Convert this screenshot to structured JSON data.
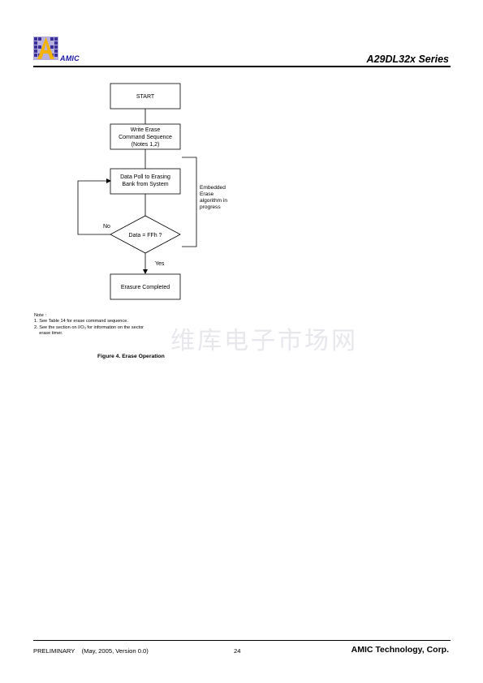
{
  "header": {
    "logo_text": "AMIC",
    "series_title": "A29DL32x Series"
  },
  "flowchart": {
    "start": "START",
    "write_erase": [
      "Write Erase",
      "Command Sequence",
      "(Notes 1,2)"
    ],
    "data_poll": [
      "Data Poll to Erasing",
      "Bank from System"
    ],
    "decision": "Data = FFh ?",
    "no_label": "No",
    "yes_label": "Yes",
    "completed": "Erasure Completed",
    "embedded_note": [
      "Embedded",
      "Erase",
      "algorithm in",
      "progress"
    ]
  },
  "notes": {
    "heading": "Note :",
    "items": [
      "1. See Table 14 for erase command sequence.",
      "2. See the section on I/O₃ for information on the sector",
      "    erase timer."
    ]
  },
  "figure_caption": "Figure 4. Erase Operation",
  "watermark": "维库电子市场网",
  "footer": {
    "left": "PRELIMINARY    (May, 2005, Version 0.0)",
    "page": "24",
    "company": "AMIC Technology, Corp."
  }
}
